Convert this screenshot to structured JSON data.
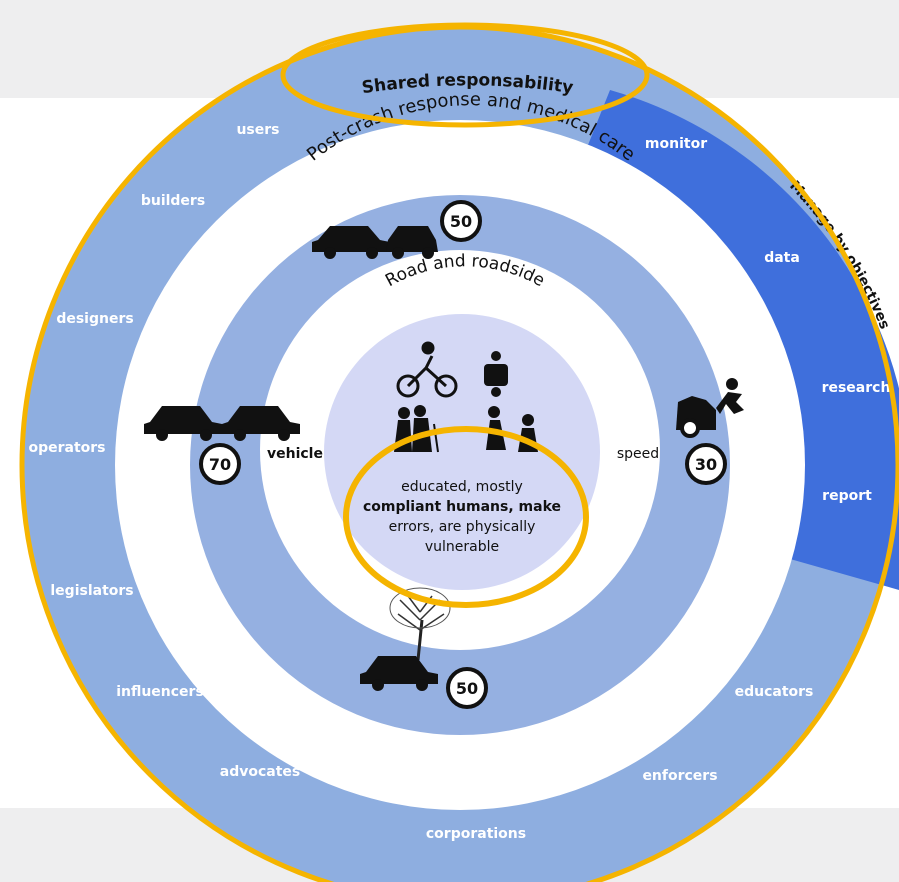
{
  "header": {
    "title": "Shared responsability"
  },
  "objectives": {
    "title": "Manage by objectives",
    "items": [
      "monitor",
      "data",
      "research",
      "report"
    ]
  },
  "stakeholders": [
    "users",
    "builders",
    "designers",
    "operators",
    "legislators",
    "influencers",
    "advocates",
    "corporations",
    "enforcers",
    "educators"
  ],
  "rings": {
    "post_crash": "Post-crash response and medical care",
    "road": "Road and roadside",
    "vehicle": "vehicle",
    "speed": "speed"
  },
  "speed_signs": [
    "50",
    "70",
    "30",
    "50"
  ],
  "core": {
    "line1": "educated, mostly",
    "line2": "compliant humans, make",
    "line3": "errors, are physically",
    "line4": "vulnerable"
  },
  "colors": {
    "outer_ring": "#8eaee0",
    "objectives_wedge": "#3f6fdc",
    "white_ring": "#ffffff",
    "road_ring": "#95b0e1",
    "core": "#d4d8f5",
    "highlight": "#f5b400",
    "background_band": "#eeeeef"
  }
}
